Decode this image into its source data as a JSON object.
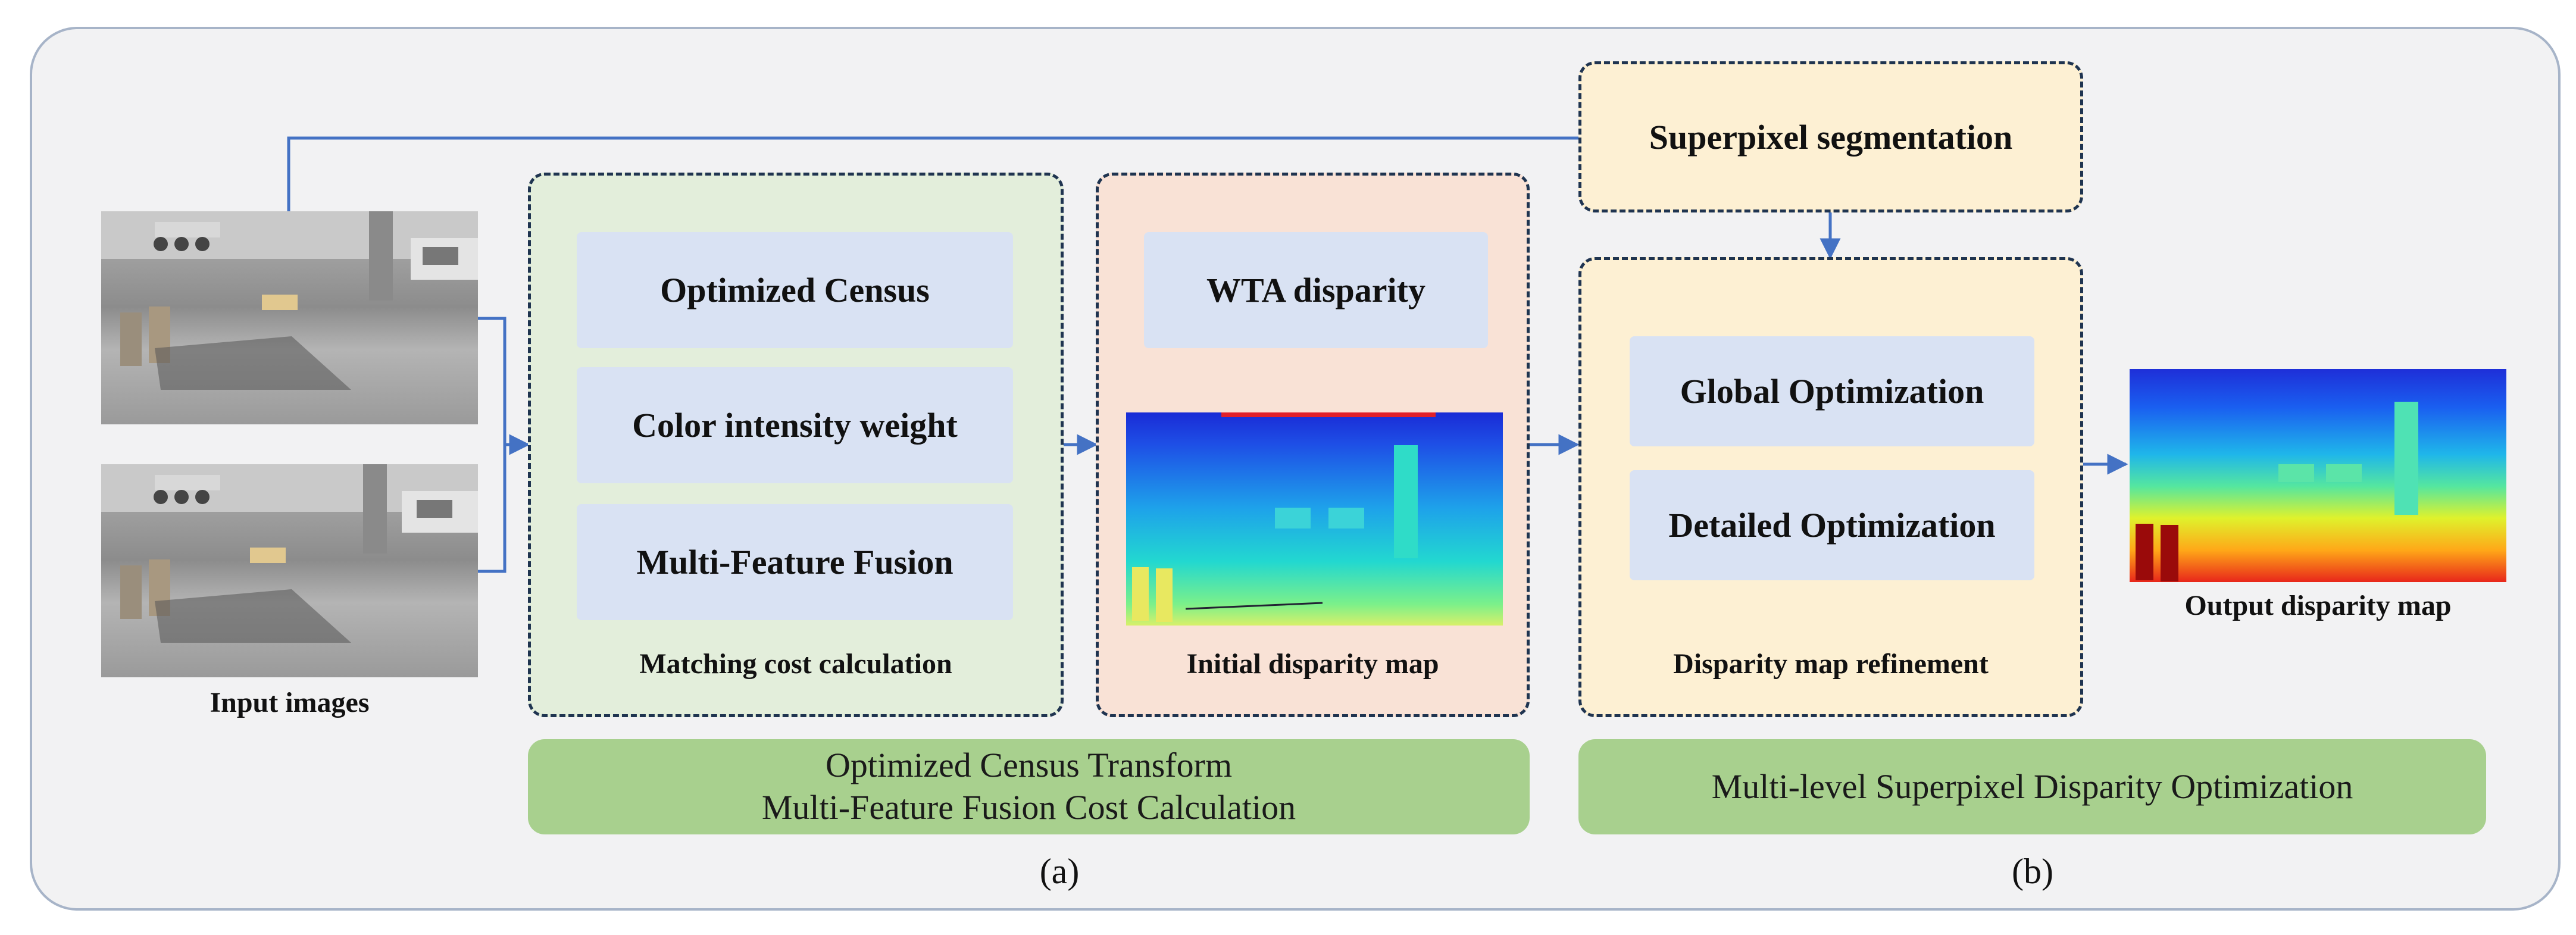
{
  "input": {
    "caption": "Input images"
  },
  "matching": {
    "items": [
      "Optimized Census",
      "Color intensity weight",
      "Multi-Feature Fusion"
    ],
    "caption": "Matching cost calculation"
  },
  "initial": {
    "item": "WTA disparity",
    "caption": "Initial disparity map"
  },
  "superpixel": {
    "label": "Superpixel segmentation"
  },
  "refinement": {
    "items": [
      "Global Optimization",
      "Detailed Optimization"
    ],
    "caption": "Disparity map refinement"
  },
  "output": {
    "caption": "Output disparity map"
  },
  "banners": {
    "a": [
      "Optimized Census Transform",
      "Multi-Feature Fusion Cost Calculation"
    ],
    "b": "Multi-level Superpixel Disparity Optimization"
  },
  "labels": {
    "a": "(a)",
    "b": "(b)"
  },
  "colors": {
    "arrow": "#4472c4",
    "dashed_border": "#1f3450",
    "inner_box": "#d9e2f3",
    "banner": "#a8d08e",
    "green_panel": "#e3eedb",
    "pink_panel": "#f9e2d6",
    "yellow_panel": "#fdf0d3"
  }
}
